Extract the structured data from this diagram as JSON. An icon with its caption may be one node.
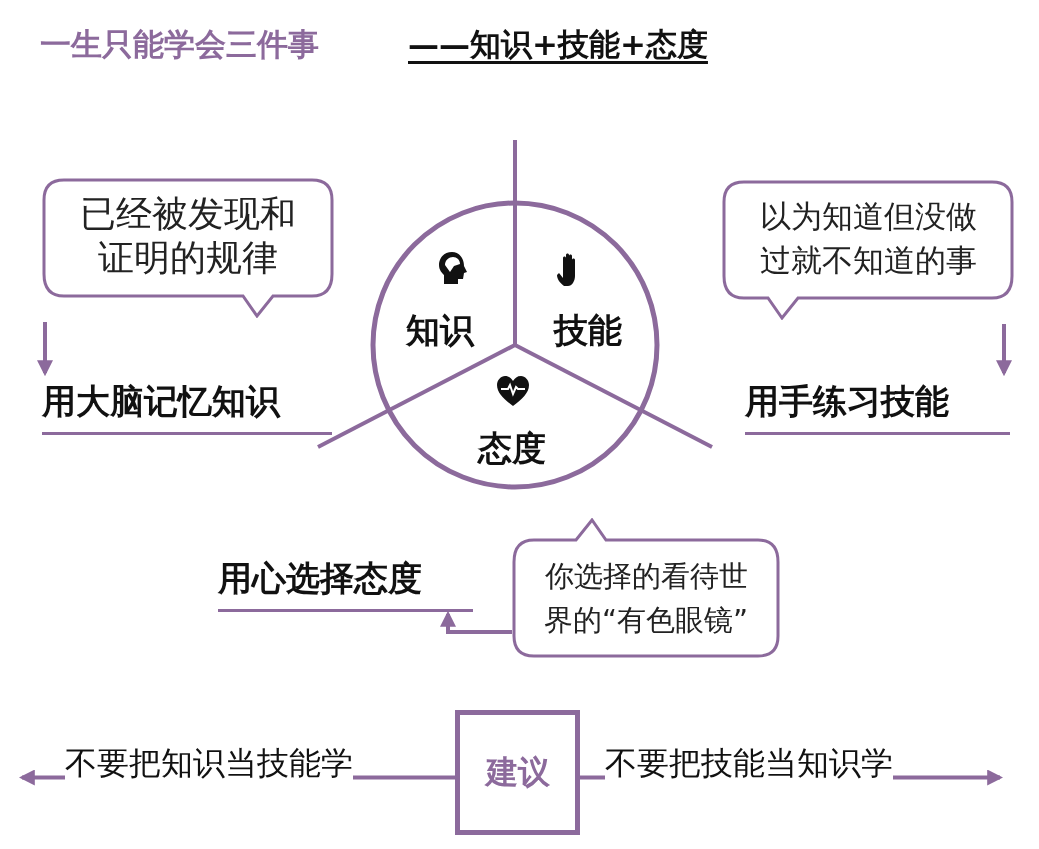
{
  "diagram": {
    "title": "一生只能学会三件事",
    "nodes": [
      {
        "text": [],
        "shape": "circle"
      },
      {
        "text": [
          "知识"
        ],
        "in": 0
      },
      {
        "text": [
          "技能"
        ],
        "in": 0
      },
      {
        "text": [
          "态度"
        ],
        "in": 0
      },
      {
        "text": [
          "已经被发现和证明的规律"
        ]
      },
      {
        "text": [
          "用大脑记忆知识"
        ]
      },
      {
        "text": [
          "以为知道但没做过就不知道的事"
        ]
      },
      {
        "text": [
          "用手练习技能"
        ]
      },
      {
        "text": [
          "用心选择态度"
        ]
      },
      {
        "text": [
          "你选择的看待世界的“有色眼镜”"
        ]
      },
      {
        "text": [
          "建议"
        ]
      }
    ],
    "edges": [
      {
        "from": 4,
        "to": 5,
        "arrow": "to"
      },
      {
        "from": 6,
        "to": 7,
        "arrow": "to"
      },
      {
        "from": 9,
        "to": 8,
        "arrow": "to"
      },
      {
        "from": 10,
        "to": null,
        "arrow": "to",
        "label": "不要把知识当技能学"
      },
      {
        "from": 10,
        "to": null,
        "arrow": "to",
        "label": "不要把技能当知识学"
      }
    ],
    "labels": [
      "——知识+技能+态度"
    ]
  }
}
